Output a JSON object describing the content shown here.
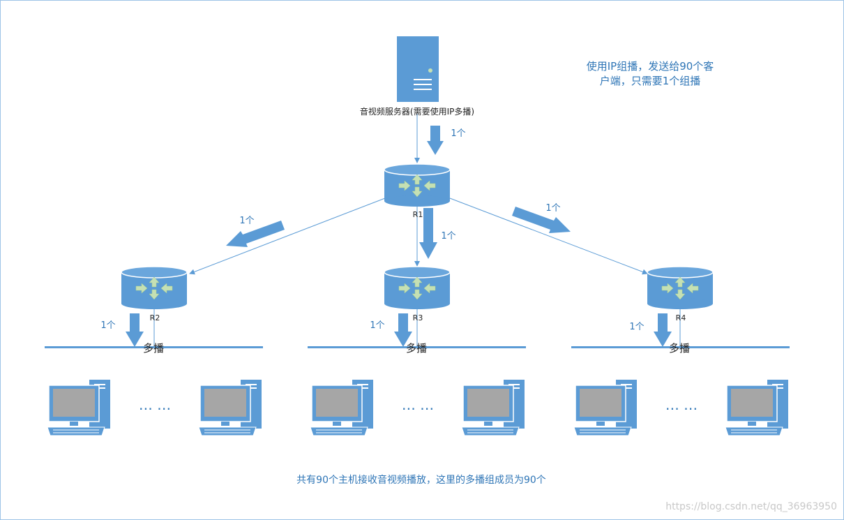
{
  "colors": {
    "primary": "#5b9bd5",
    "primary_dark": "#2e75b6",
    "text_blue": "#2e75b6",
    "text_dark": "#1f1f1f",
    "arrow_green": "#c5e0b4",
    "screen_gray": "#a6a6a6",
    "watermark": "#c8c8c8"
  },
  "server": {
    "label": "音视频服务器(需要使用IP多播)",
    "icon": "server-tower-icon"
  },
  "note": {
    "line1": "使用IP组播，发送给90个客",
    "line2": "户端，只需要1个组播"
  },
  "routers": [
    {
      "id": "r1",
      "label": "R1"
    },
    {
      "id": "r2",
      "label": "R2"
    },
    {
      "id": "r3",
      "label": "R3"
    },
    {
      "id": "r4",
      "label": "R4"
    }
  ],
  "packet_count_label": "1个",
  "multicast_label": "多播",
  "ellipsis": "…  …",
  "footer": "共有90个主机接收音视频播放，这里的多播组成员为90个",
  "watermark": "https://blog.csdn.net/qq_36963950"
}
